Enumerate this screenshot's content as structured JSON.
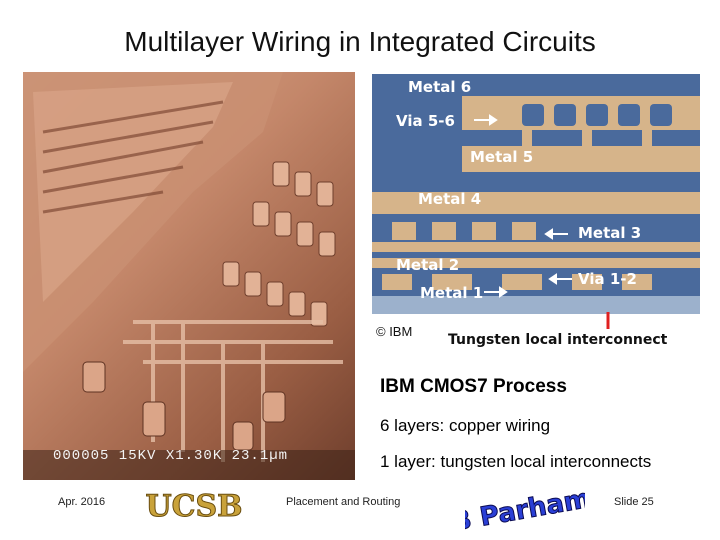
{
  "slide": {
    "title": "Multilayer Wiring in Integrated Circuits"
  },
  "sem_image": {
    "caption": "000005 15KV X1.30K 23.1µm"
  },
  "cross_section": {
    "labels": [
      "Metal 6",
      "Via 5-6",
      "Metal 5",
      "Metal 4",
      "Metal 3",
      "Metal 2",
      "Via 1-2",
      "Metal 1"
    ],
    "copyright": "© IBM",
    "bottom_label": "Tungsten local interconnect",
    "colors": {
      "background": "#4a6a9c",
      "metal": "#d6b48a",
      "tungsten": "#9cb1cc"
    }
  },
  "content": {
    "process_title": "IBM CMOS7 Process",
    "bullets": [
      "6 layers: copper wiring",
      "1 layer: tungsten local interconnects"
    ]
  },
  "footer": {
    "date": "Apr. 2016",
    "center": "Placement and Routing",
    "slide_number": "Slide 25",
    "logo_ucsb": "UCSB",
    "logo_author": "B Parhami"
  }
}
